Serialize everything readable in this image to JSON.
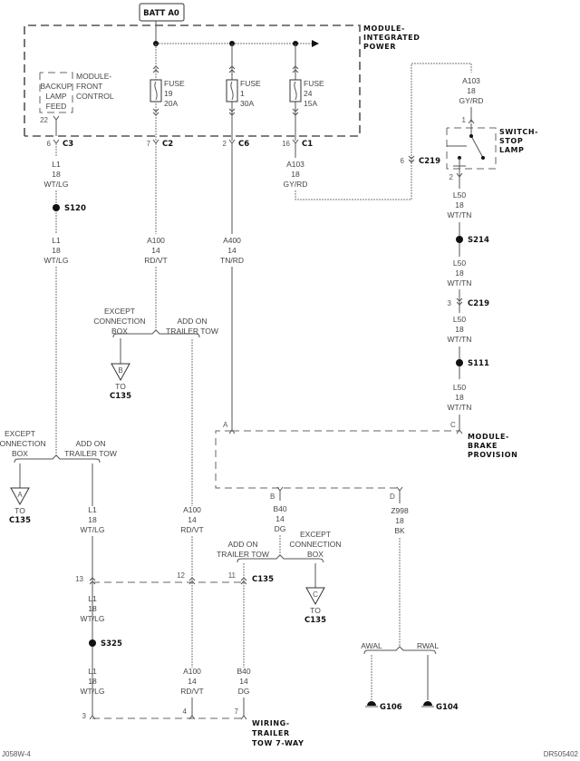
{
  "diagram": {
    "battery": {
      "label": "BATT A0"
    },
    "modules": {
      "integrated_power": [
        "MODULE-",
        "INTEGRATED",
        "POWER"
      ],
      "front_control": [
        "MODULE-",
        "FRONT",
        "CONTROL"
      ],
      "backup_lamp_feed": [
        "BACKUP",
        "LAMP",
        "FEED"
      ],
      "backup_pin": "22",
      "switch_stop_lamp": [
        "SWITCH-",
        "STOP",
        "LAMP"
      ],
      "brake_provision": [
        "MODULE-",
        "BRAKE",
        "PROVISION"
      ],
      "trailer_tow": [
        "WIRING-",
        "TRAILER",
        "TOW 7-WAY"
      ]
    },
    "fuses": [
      {
        "label": "FUSE",
        "number": "19",
        "rating": "20A"
      },
      {
        "label": "FUSE",
        "number": "1",
        "rating": "30A"
      },
      {
        "label": "FUSE",
        "number": "24",
        "rating": "15A"
      }
    ],
    "connectors": {
      "c3": {
        "name": "C3",
        "pin": "6"
      },
      "c2": {
        "name": "C2",
        "pin": "7"
      },
      "c6": {
        "name": "C6",
        "pin": "2"
      },
      "c1": {
        "name": "C1",
        "pin": "16"
      },
      "c219_top": {
        "name": "C219",
        "pin": "6"
      },
      "c219_mid": {
        "name": "C219",
        "pin": "3"
      },
      "switch_pin_in": "1",
      "switch_pin_out": "2",
      "brake_pins": {
        "a": "A",
        "b": "B",
        "c": "C",
        "d": "D"
      },
      "c135": {
        "name": "C135",
        "pins": [
          "13",
          "12",
          "11"
        ]
      },
      "trailer_pins": [
        "3",
        "4",
        "7"
      ]
    },
    "wires": {
      "l1": {
        "circuit": "L1",
        "gauge": "18",
        "color": "WT/LG"
      },
      "a100": {
        "circuit": "A100",
        "gauge": "14",
        "color": "RD/VT"
      },
      "a400": {
        "circuit": "A400",
        "gauge": "14",
        "color": "TN/RD"
      },
      "a103": {
        "circuit": "A103",
        "gauge": "18",
        "color": "GY/RD"
      },
      "l50": {
        "circuit": "L50",
        "gauge": "18",
        "color": "WT/TN"
      },
      "b40": {
        "circuit": "B40",
        "gauge": "14",
        "color": "DG"
      },
      "z998": {
        "circuit": "Z998",
        "gauge": "18",
        "color": "BK"
      }
    },
    "splices": {
      "s120": "S120",
      "s214": "S214",
      "s111": "S111",
      "s325": "S325"
    },
    "options": {
      "except_box": [
        "EXCEPT",
        "CONNECTION",
        "BOX"
      ],
      "add_on": [
        "ADD ON",
        "TRAILER TOW"
      ],
      "awal": "AWAL",
      "rwal": "RWAL"
    },
    "references": {
      "to": "TO",
      "a": "A",
      "b": "B",
      "c": "C",
      "target": "C135"
    },
    "grounds": {
      "g106": "G106",
      "g104": "G104"
    },
    "footer": {
      "left": "J058W-4",
      "right": "DR505402"
    }
  }
}
